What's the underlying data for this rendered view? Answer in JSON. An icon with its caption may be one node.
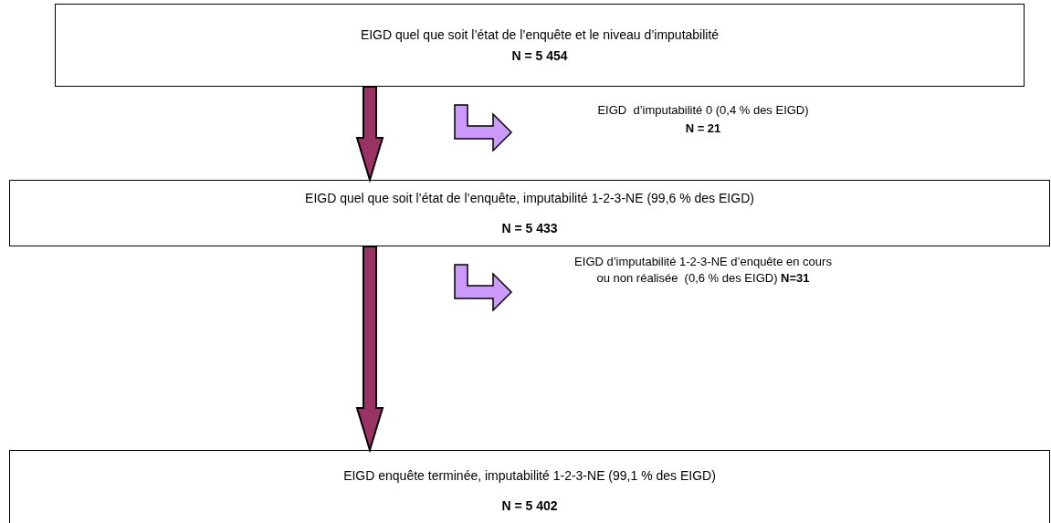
{
  "diagram": {
    "nodes": [
      {
        "text": [
          "EIGD quel que soit l’état de l’enquête et le niveau d’imputabilité",
          "N = 5 454"
        ]
      },
      {
        "text": [
          "EIGD  d’imputabilité 0 (0,4 % des EIGD)",
          "N = 21"
        ]
      },
      {
        "text": [
          "EIGD quel que soit l’état de l’enquête, imputabilité 1-2-3-NE (99,6 % des EIGD)",
          "N = 5 433"
        ]
      },
      {
        "text": [
          "EIGD d’imputabilité 1-2-3-NE d’enquête en cours ou non réalisée  (0,6 % des EIGD) **N=31**"
        ]
      },
      {
        "text": [
          "EIGD enquête terminée, imputabilité 1-2-3-NE (99,1 % des EIGD)",
          "N = 5 402"
        ]
      }
    ],
    "edges": [
      {
        "from": 0,
        "to": 2,
        "arrow": "to",
        "style": "thick",
        "color": "#993366"
      },
      {
        "from": null,
        "to": 1,
        "arrow": "to"
      },
      {
        "from": null,
        "to": 3,
        "arrow": "to"
      },
      {
        "from": 2,
        "to": 4,
        "arrow": "to",
        "style": "thick",
        "color": "#993366"
      }
    ]
  }
}
